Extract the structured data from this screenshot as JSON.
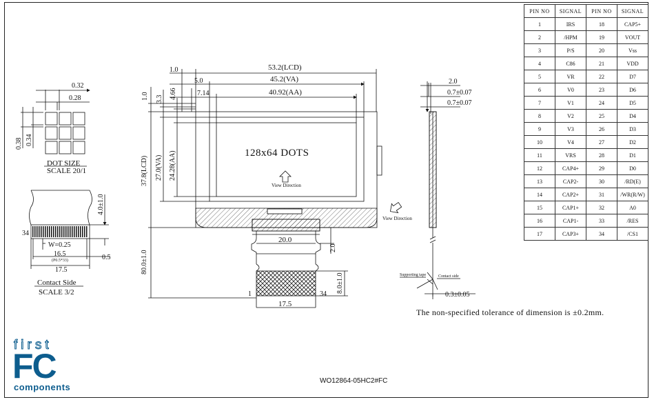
{
  "dot_size": {
    "title": "DOT SIZE",
    "scale": "SCALE 20/1",
    "pitch_w": "0.32",
    "dot_w": "0.28",
    "pitch_h": "0.38",
    "dot_h": "0.34"
  },
  "contact": {
    "title": "Contact Side",
    "scale": "SCALE 3/2",
    "pin_first": "34",
    "dim_h": "4.0±1.0",
    "dim_w": "W=0.25",
    "dim_pitch_total": "16.5",
    "pitch_note": "(P0.5*33)",
    "dim_total": "17.5",
    "dim_side": "0.5"
  },
  "front": {
    "lcd_w": "53.2(LCD)",
    "va_w": "45.2(VA)",
    "aa_w": "40.92(AA)",
    "left_1": "1.0",
    "left_2": "5.0",
    "left_3": "7.14",
    "top_1": "1.0",
    "top_2": "3.3",
    "top_3": "4.66",
    "lcd_h": "37.8(LCD)",
    "va_h": "27.0(VA)",
    "aa_h": "24.28(AA)",
    "dots_label": "128x64 DOTS",
    "view_dir": "View Direction",
    "fpc_w": "20.0",
    "fpc_gap": "2.0",
    "fpc_len": "80.0±1.0",
    "pin_1": "1",
    "pin_34": "34",
    "contact_h": "8.0±1.0",
    "contact_w": "17.5"
  },
  "side": {
    "t1": "2.0",
    "t2": "0.7±0.07",
    "t3": "0.7±0.07",
    "view_dir": "View Direction",
    "support_tape": "Supporting tape",
    "contact_side": "Contact side",
    "thickness": "0.3±0.05"
  },
  "pin_table": {
    "headers": [
      "PIN NO",
      "SIGNAL",
      "PIN NO",
      "SIGNAL"
    ],
    "rows": [
      [
        "1",
        "IRS",
        "18",
        "CAP5+"
      ],
      [
        "2",
        "/HPM",
        "19",
        "VOUT"
      ],
      [
        "3",
        "P/S",
        "20",
        "Vss"
      ],
      [
        "4",
        "C86",
        "21",
        "VDD"
      ],
      [
        "5",
        "VR",
        "22",
        "D7"
      ],
      [
        "6",
        "V0",
        "23",
        "D6"
      ],
      [
        "7",
        "V1",
        "24",
        "D5"
      ],
      [
        "8",
        "V2",
        "25",
        "D4"
      ],
      [
        "9",
        "V3",
        "26",
        "D3"
      ],
      [
        "10",
        "V4",
        "27",
        "D2"
      ],
      [
        "11",
        "VRS",
        "28",
        "D1"
      ],
      [
        "12",
        "CAP4+",
        "29",
        "D0"
      ],
      [
        "13",
        "CAP2-",
        "30",
        "/RD(E)"
      ],
      [
        "14",
        "CAP2+",
        "31",
        "/WR(R/W)"
      ],
      [
        "15",
        "CAP1+",
        "32",
        "A0"
      ],
      [
        "16",
        "CAP1-",
        "33",
        "/RES"
      ],
      [
        "17",
        "CAP3+",
        "34",
        "/CS1"
      ]
    ]
  },
  "tolerance_note": "The non-specified tolerance of dimension is ±0.2mm.",
  "model_number": "WO12864-05HC2#FC",
  "logo": {
    "first": "first",
    "fc": "FC",
    "components": "components",
    "brand_color": "#0d5d8e"
  }
}
